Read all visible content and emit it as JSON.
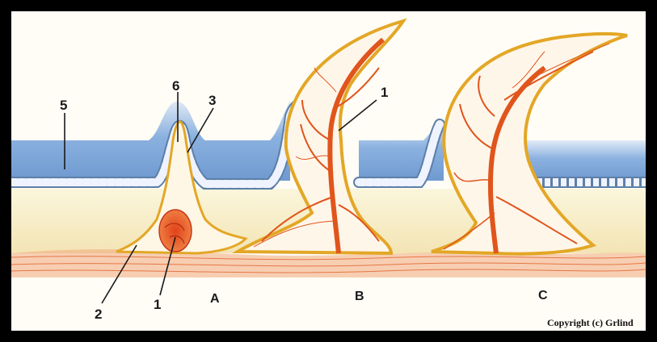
{
  "labels": {
    "n5": "5",
    "n6": "6",
    "n3": "3",
    "n1_top": "1",
    "n2": "2",
    "n1_bottom": "1"
  },
  "stages": {
    "a": "A",
    "b": "B",
    "c": "C"
  },
  "copyright": "Copyright (c) Grlind",
  "colors": {
    "background": "#000000",
    "panel": "#fffdf6",
    "epidermis_water": "#6f9fd8",
    "cells": "#eef3ff",
    "dermis": "#f7eec8",
    "vessels": "#e0551c",
    "outline": "#e3a726"
  }
}
